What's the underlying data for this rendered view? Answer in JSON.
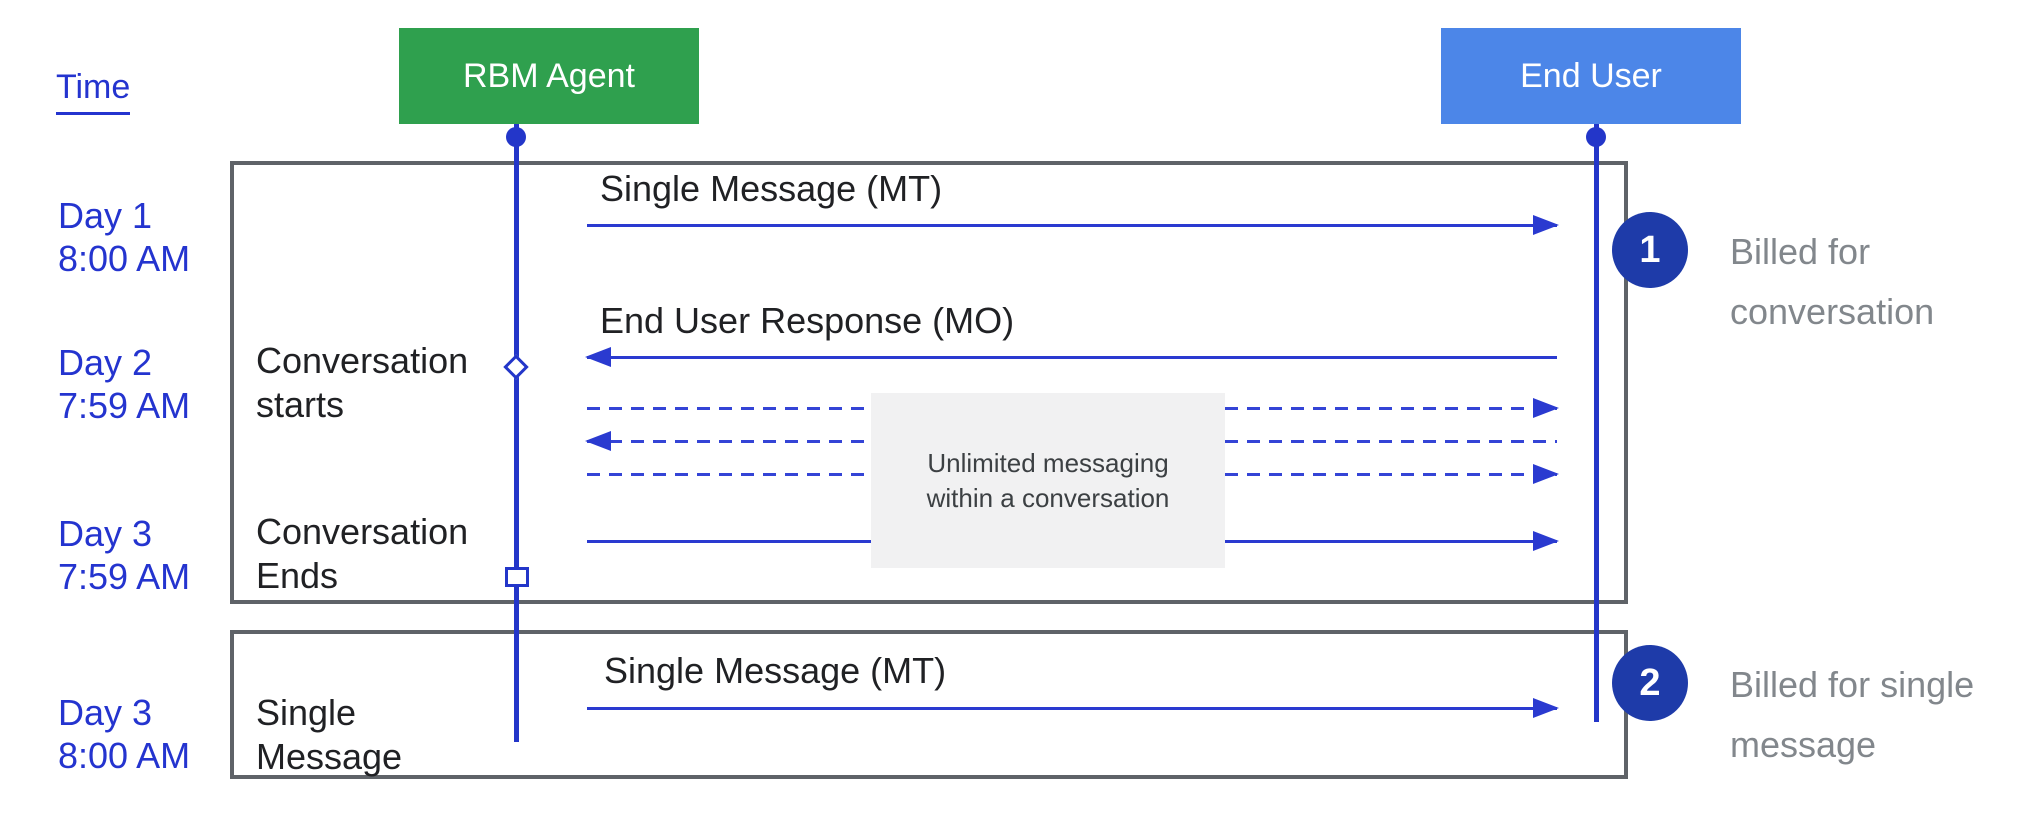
{
  "diagram": {
    "time_axis_label": "Time",
    "actors": {
      "agent": {
        "label": "RBM Agent",
        "color": "#2fa04e"
      },
      "end_user": {
        "label": "End User",
        "color": "#4c86e8"
      }
    },
    "timeline": [
      {
        "day": "Day 1",
        "time": "8:00 AM"
      },
      {
        "day": "Day 2",
        "time": "7:59 AM"
      },
      {
        "day": "Day 3",
        "time": "7:59 AM"
      },
      {
        "day": "Day 3",
        "time": "8:00 AM"
      }
    ],
    "lifeline_events": [
      {
        "line1": "Conversation",
        "line2": "starts"
      },
      {
        "line1": "Conversation",
        "line2": "Ends"
      },
      {
        "line1": "Single",
        "line2": "Message"
      }
    ],
    "messages": {
      "mt1": "Single Message (MT)",
      "mo": "End User Response (MO)",
      "mt2": "Single Message (MT)"
    },
    "note": {
      "line1": "Unlimited messaging",
      "line2": "within a conversation"
    },
    "annotations": [
      {
        "badge": "1",
        "line1": "Billed for",
        "line2": "conversation"
      },
      {
        "badge": "2",
        "line1": "Billed for single",
        "line2": "message"
      }
    ],
    "colors": {
      "agent_green": "#2fa04e",
      "user_blue": "#4c86e8",
      "line_blue": "#2a3ad0",
      "text_blue": "#2434cf",
      "badge_navy": "#1e3ba9",
      "frame_gray": "#5f6368",
      "caption_gray": "#82878c",
      "note_bg": "#f1f1f2"
    }
  }
}
